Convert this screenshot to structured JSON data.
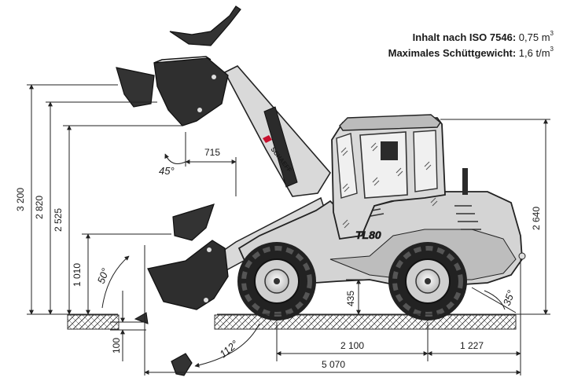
{
  "specs": {
    "capacity_label": "Inhalt nach ISO 7546:",
    "capacity_value": "0,75 m",
    "capacity_sup": "3",
    "max_density_label": "Maximales Schüttgewicht:",
    "max_density_value": "1,6 t/m",
    "max_density_sup": "3"
  },
  "dimensions": {
    "max_height": "3 200",
    "hinge_height": "2 820",
    "dump_height": "2 525",
    "lower_height": "1 010",
    "reach": "715",
    "ground_clearance": "435",
    "dig_depth": "100",
    "wheelbase": "2 100",
    "rear_overhang": "1 227",
    "overall_length": "5 070",
    "cab_height": "2 640"
  },
  "angles": {
    "dump_angle": "45°",
    "lower_dump_angle": "50°",
    "rollback_angle": "112°",
    "departure_angle": "35°"
  },
  "machine": {
    "brand": "SCHAEFF",
    "model": "TL80"
  },
  "colors": {
    "body": "#d4d4d4",
    "dark": "#2b2b2b",
    "bucket": "#333333",
    "accent": "#c8102e",
    "line": "#222222"
  }
}
